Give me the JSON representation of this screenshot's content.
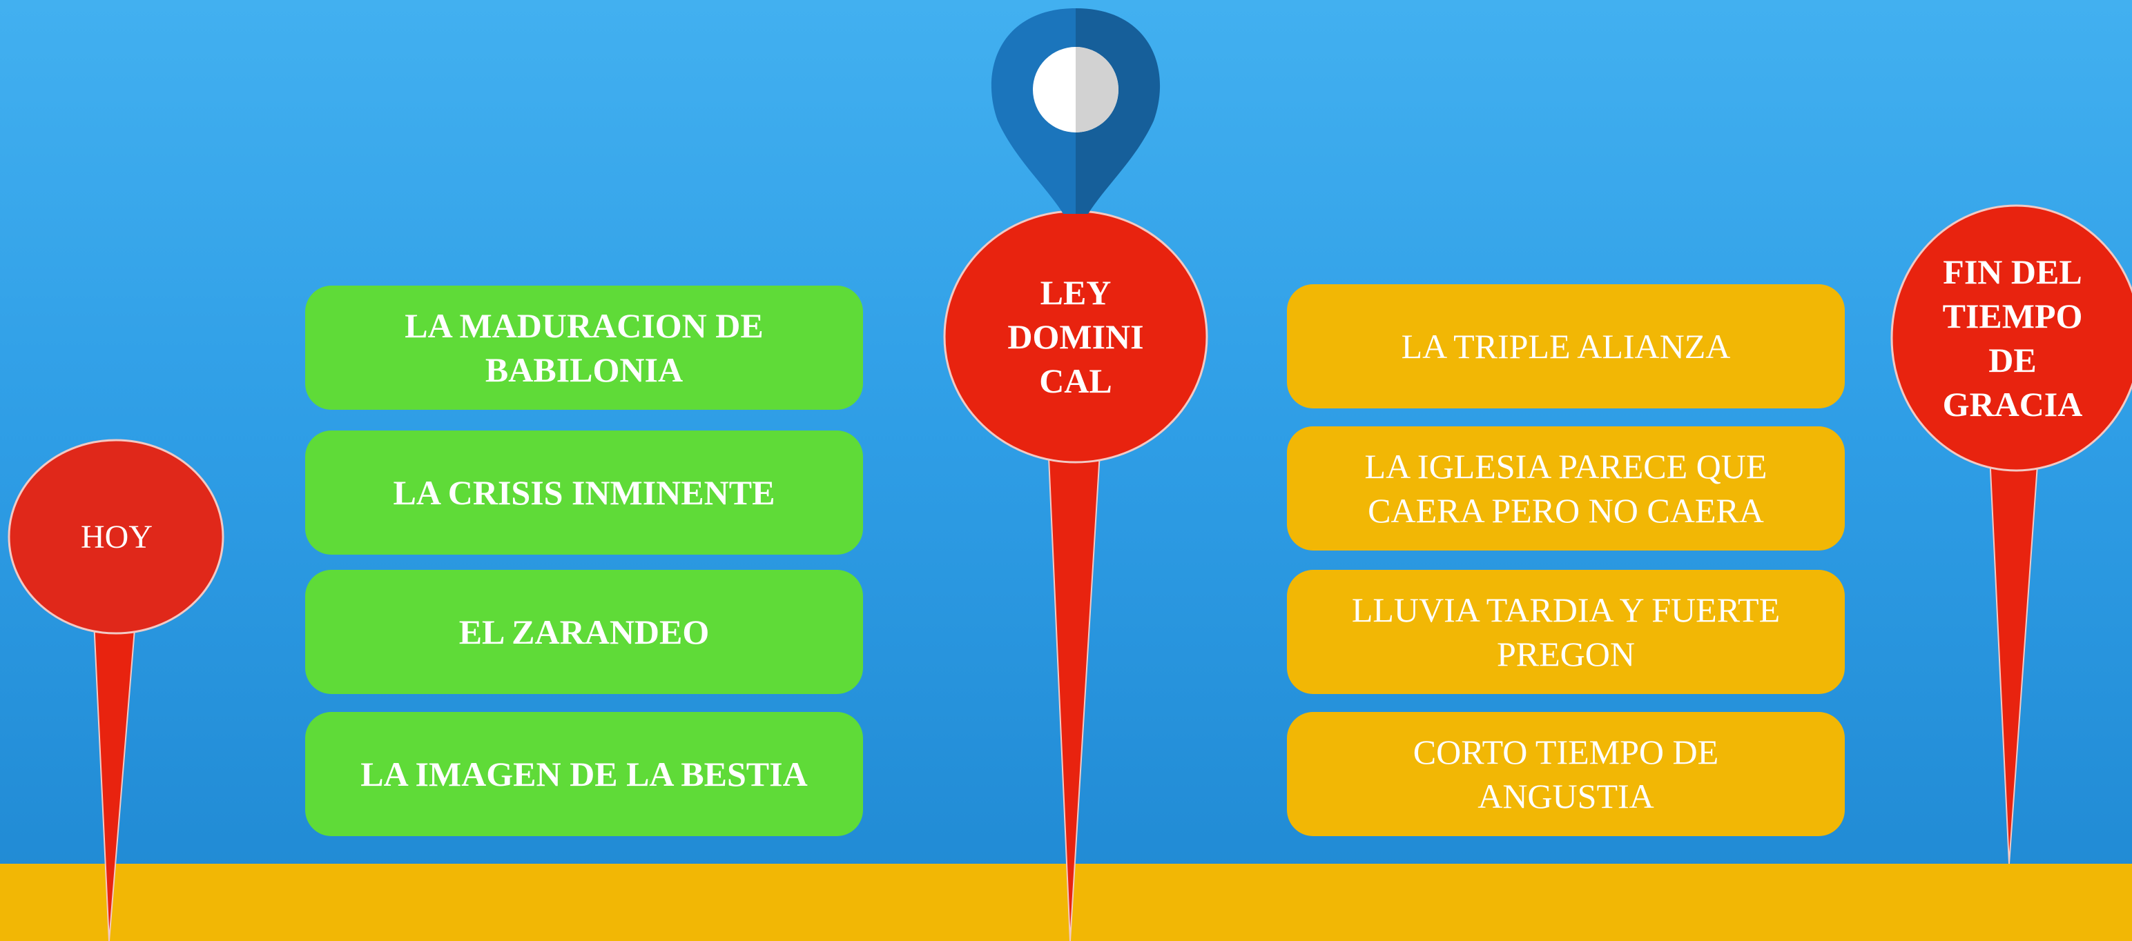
{
  "colors": {
    "sky_top": "#42b0f0",
    "sky_bottom": "#1f88d2",
    "ground": "#f2b705",
    "marker_red": "#e8230f",
    "green_box": "#5fdb38",
    "yellow_box": "#f2b705",
    "location_pin": "#1b75bc"
  },
  "icons": {
    "location_marker": "location-pin-icon"
  },
  "markers": {
    "hoy": "HOY",
    "ley_dominical": [
      "LEY",
      "DOMINI",
      "CAL"
    ],
    "fin_tiempo_gracia": [
      "FIN DEL",
      "TIEMPO",
      "DE",
      "GRACIA"
    ]
  },
  "left_events": [
    [
      "LA MADURACION DE",
      "BABILONIA"
    ],
    [
      "LA CRISIS INMINENTE"
    ],
    [
      "EL ZARANDEO"
    ],
    [
      "LA IMAGEN DE LA BESTIA"
    ]
  ],
  "right_events": [
    [
      "LA TRIPLE ALIANZA"
    ],
    [
      "LA IGLESIA PARECE QUE",
      "CAERA PERO NO CAERA"
    ],
    [
      "LLUVIA TARDIA Y FUERTE",
      "PREGON"
    ],
    [
      "CORTO TIEMPO DE",
      "ANGUSTIA"
    ]
  ]
}
